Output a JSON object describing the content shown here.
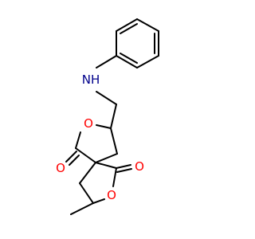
{
  "molecule": {
    "labels": {
      "nh": "NH",
      "o_ring1": "O",
      "o_carbonyl1": "O",
      "o_ring2": "O",
      "o_carbonyl2": "O"
    },
    "colors": {
      "bond": "#000000",
      "nitrogen": "#00008b",
      "oxygen": "#ff0000",
      "background": "#ffffff"
    }
  }
}
